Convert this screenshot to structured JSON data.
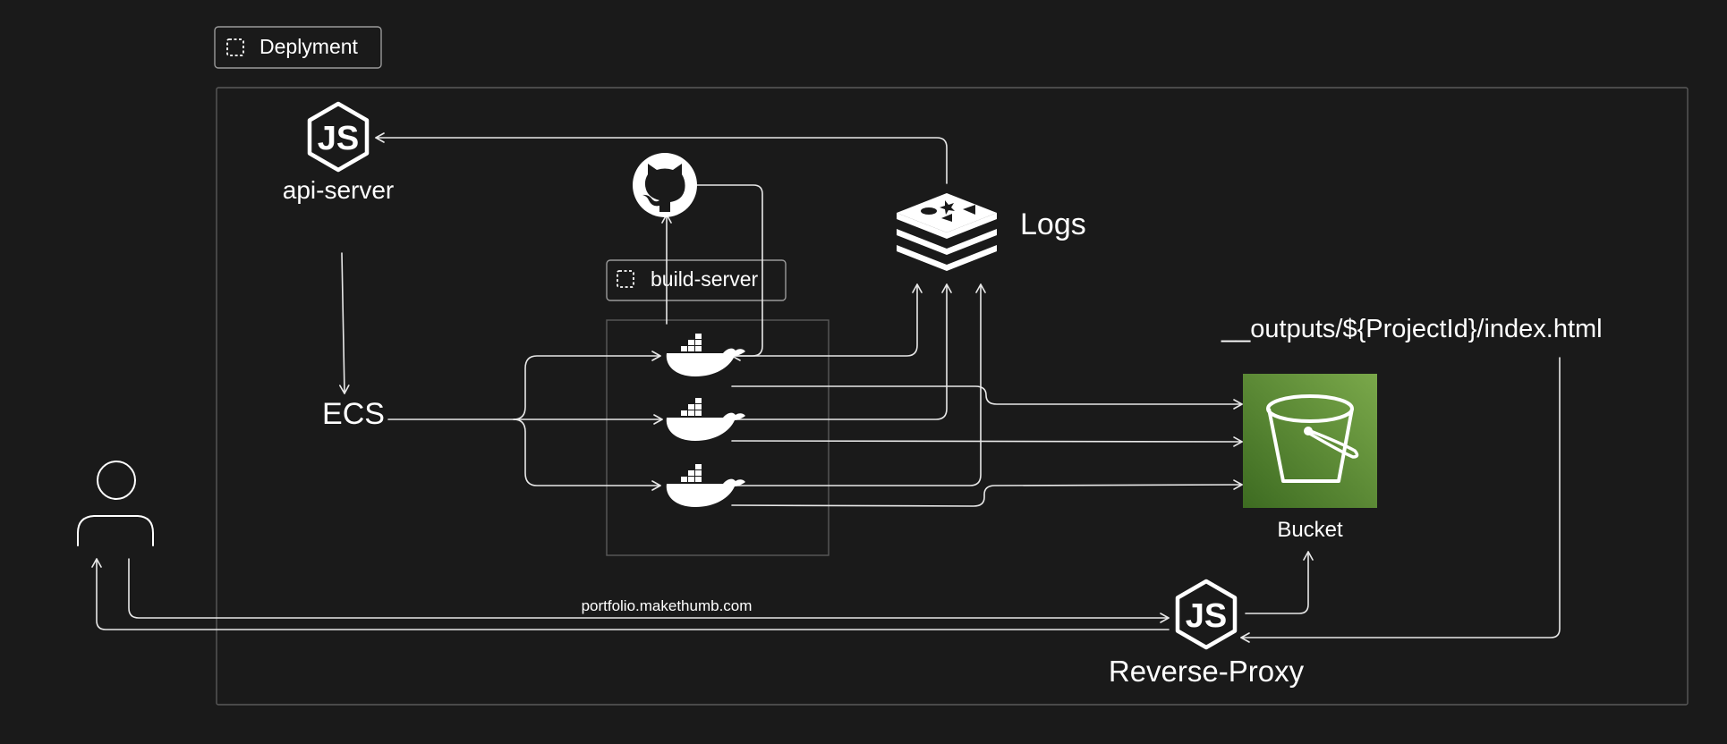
{
  "frames": {
    "deployment": {
      "label": "Deplyment"
    },
    "build_server": {
      "label": "build-server"
    }
  },
  "nodes": {
    "api_server": {
      "label": "api-server",
      "icon": "nodejs-icon"
    },
    "github": {
      "icon": "github-icon"
    },
    "logs": {
      "label": "Logs",
      "icon": "redis-icon"
    },
    "ecs": {
      "label": "ECS"
    },
    "containers": {
      "icon": "docker-icon",
      "count": 3
    },
    "bucket": {
      "label": "Bucket",
      "icon": "s3-bucket-icon"
    },
    "output_path": {
      "label": "__outputs/${ProjectId}/index.html"
    },
    "reverse_proxy": {
      "label": "Reverse-Proxy",
      "icon": "nodejs-icon"
    },
    "user": {
      "icon": "user-icon"
    },
    "domain": {
      "label": "portfolio.makethumb.com"
    }
  },
  "colors": {
    "background": "#1a1a1a",
    "stroke": "#e8e8e8",
    "frame_border": "#5a5a5a",
    "bucket_green_light": "#7aa84a",
    "bucket_green_dark": "#3d6b21"
  }
}
